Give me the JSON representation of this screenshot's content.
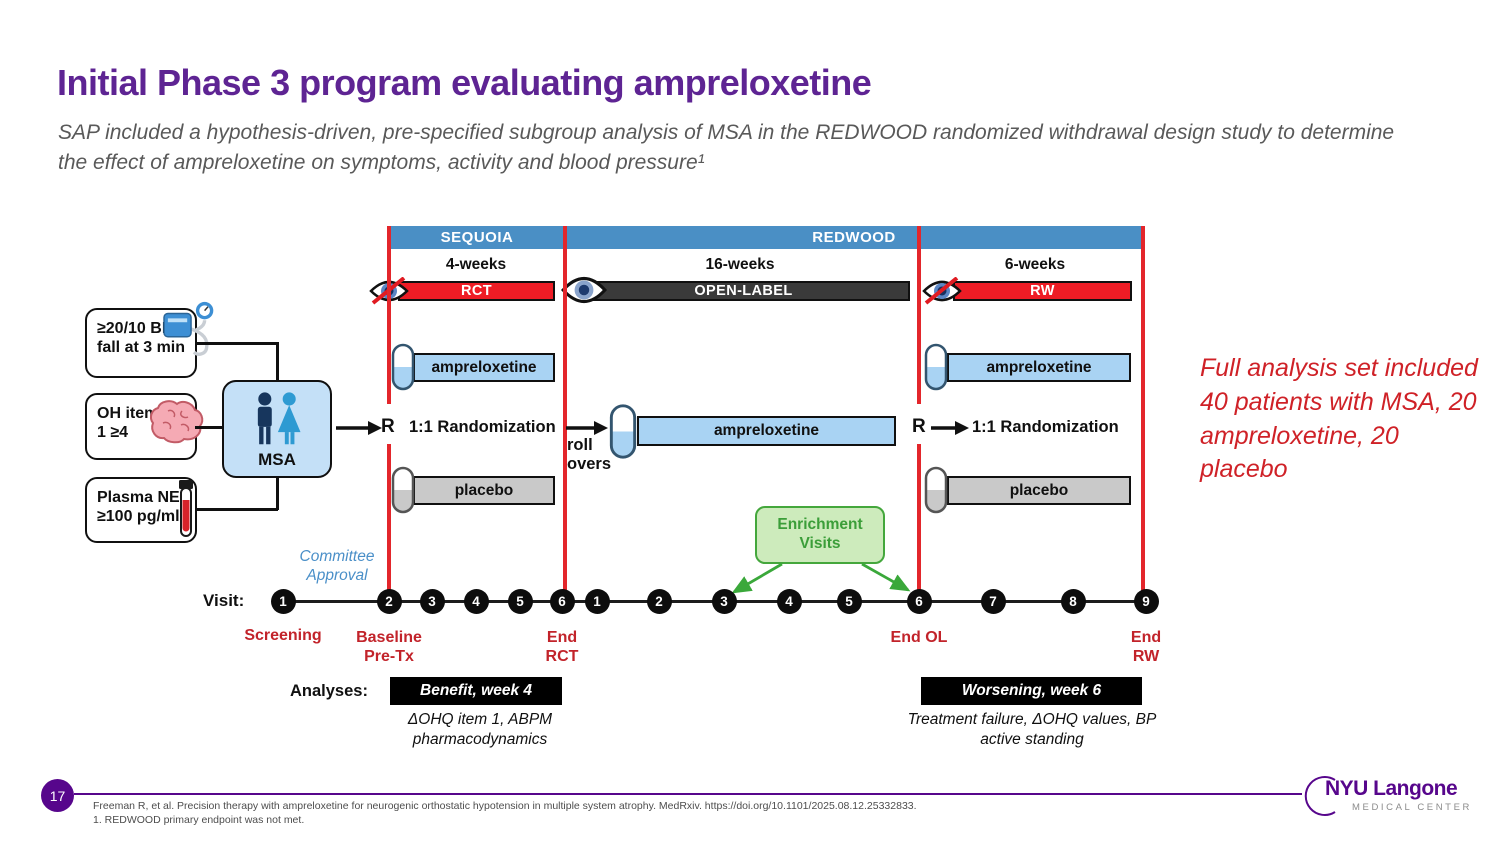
{
  "slide": {
    "title": "Initial Phase 3 program evaluating ampreloxetine",
    "subtitle": "SAP included a hypothesis-driven, pre-specified subgroup analysis of MSA in the REDWOOD randomized withdrawal design study to determine the effect of ampreloxetine on symptoms, activity and blood pressure¹",
    "page_number": "17",
    "footnote_line1": "Freeman R, et al. Precision therapy with ampreloxetine for neurogenic orthostatic hypotension in multiple system atrophy. MedRxiv. https://doi.org/10.1101/2025.08.12.25332833.",
    "footnote_line2": "1. REDWOOD primary endpoint was not met.",
    "logo": {
      "name": "NYU Langone",
      "subtext": "MEDICAL CENTER"
    }
  },
  "annotation": "Full analysis set included 40 patients with MSA, 20 ampreloxetine, 20 placebo",
  "diagram": {
    "studies": {
      "sequoia": "SEQUOIA",
      "redwood": "REDWOOD"
    },
    "durations": {
      "sequoia": "4-weeks",
      "open_label": "16-weeks",
      "rw": "6-weeks"
    },
    "phases": {
      "rct": "RCT",
      "open_label": "OPEN-LABEL",
      "rw": "RW"
    },
    "eligibility": [
      {
        "label": "≥20/10 BP fall at 3 min",
        "icon": "bp-cuff-icon"
      },
      {
        "label": "OH item 1 ≥4",
        "icon": "brain-icon"
      },
      {
        "label": "Plasma NE ≥100 pg/ml",
        "icon": "blood-tube-icon"
      }
    ],
    "population": "MSA",
    "randomization_r": "R",
    "randomization_label": "1:1 Randomization",
    "arm_active": "ampreloxetine",
    "arm_placebo": "placebo",
    "rollover": "roll overs",
    "enrichment": "Enrichment Visits",
    "committee": "Committee Approval",
    "visit_label": "Visit:",
    "sequoia_visits": [
      "1",
      "2",
      "3",
      "4",
      "5",
      "6"
    ],
    "redwood_visits": [
      "1",
      "2",
      "3",
      "4",
      "5",
      "6",
      "7",
      "8",
      "9"
    ],
    "milestones": {
      "screening": "Screening",
      "baseline": "Baseline Pre-Tx",
      "end_rct": "End RCT",
      "end_ol": "End OL",
      "end_rw": "End RW"
    },
    "analyses": {
      "label": "Analyses:",
      "benefit_title": "Benefit, week 4",
      "benefit_detail": "ΔOHQ item 1, ABPM pharmacodynamics",
      "worsening_title": "Worsening, week 6",
      "worsening_detail": "Treatment failure, ΔOHQ values, BP active standing"
    }
  },
  "colors": {
    "title_purple": "#5e2493",
    "nyu_purple": "#57068c",
    "header_blue": "#4a8fc5",
    "bar_red": "#ee1c25",
    "line_red": "#e3262b",
    "arm_blue": "#a9d3f3",
    "arm_gray": "#c9c9c9",
    "open_label_dark": "#3a3a3a",
    "enrichment_green_fill": "#cdebbc",
    "enrichment_green_border": "#44a73c",
    "milestone_red": "#c2232a",
    "annotation_red": "#cf2127",
    "committee_blue": "#4a8fc8"
  }
}
